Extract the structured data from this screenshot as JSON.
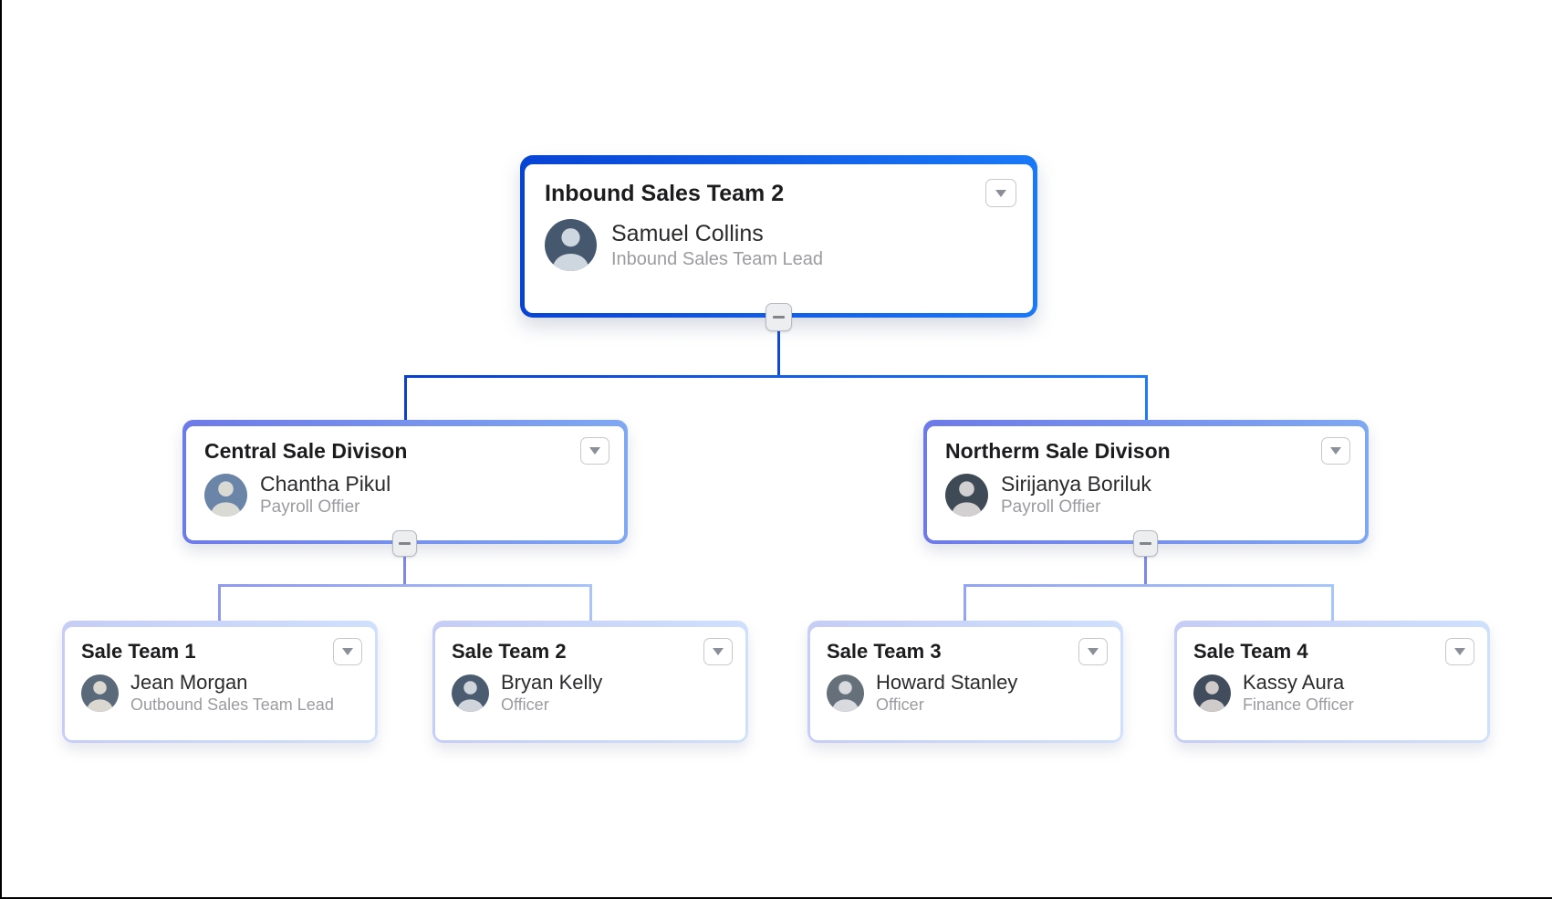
{
  "icons": {
    "dropdown": "caret-down-icon",
    "collapse": "minus-icon",
    "avatar": "person-silhouette"
  },
  "colors": {
    "level1_border_start": "#0843d4",
    "level1_border_end": "#1a79f8",
    "level2_border_start": "#6d7ae9",
    "level2_border_end": "#7fa8f3",
    "level3_border_start": "#c6cdf6",
    "level3_border_end": "#cfe0fc",
    "connector_dark_start": "#0a3fd0",
    "connector_dark_end": "#1e7bf7",
    "connector_light_start": "#8f99ee",
    "connector_light_end": "#a9c4f8",
    "title_text": "#1c1c1e",
    "name_text": "#2b2b2e",
    "role_text": "#9b9ba0"
  },
  "org": {
    "nodes": [
      {
        "title": "Inbound Sales Team 2",
        "person": "Samuel Collins",
        "role": "Inbound Sales Team Lead",
        "level": 1,
        "avatar_color": "#46586e"
      },
      {
        "title": "Central Sale Divison",
        "person": "Chantha Pikul",
        "role": "Payroll Offier",
        "level": 2,
        "avatar_color": "#6b85a8"
      },
      {
        "title": "Northerm Sale Divison",
        "person": "Sirijanya Boriluk",
        "role": "Payroll Offier",
        "level": 2,
        "avatar_color": "#3f4a57"
      },
      {
        "title": "Sale Team 1",
        "person": "Jean Morgan",
        "role": "Outbound Sales Team Lead",
        "level": 3,
        "avatar_color": "#5a6a7a"
      },
      {
        "title": "Sale Team 2",
        "person": "Bryan Kelly",
        "role": "Officer",
        "level": 3,
        "avatar_color": "#4b5c70"
      },
      {
        "title": "Sale Team 3",
        "person": "Howard Stanley",
        "role": "Officer",
        "level": 3,
        "avatar_color": "#66707a"
      },
      {
        "title": "Sale Team 4",
        "person": "Kassy Aura",
        "role": "Finance Officer",
        "level": 3,
        "avatar_color": "#414c5c"
      }
    ]
  }
}
